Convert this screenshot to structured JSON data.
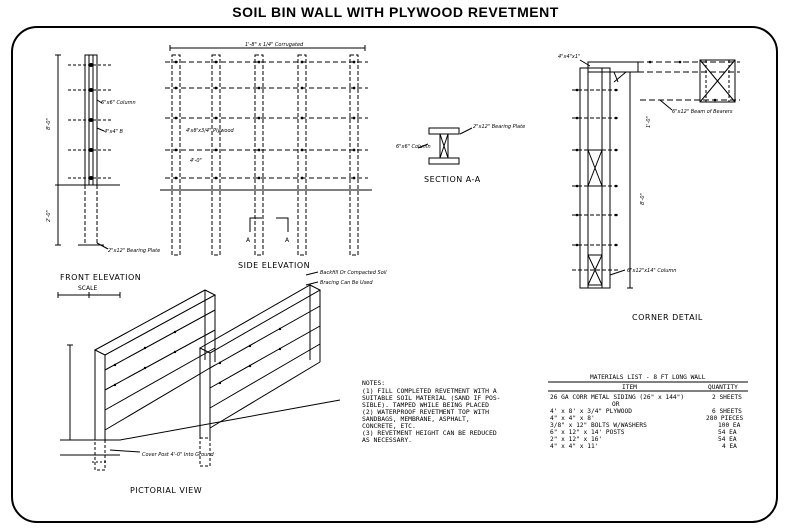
{
  "title": "SOIL BIN WALL WITH PLYWOOD REVETMENT",
  "front_elevation": {
    "caption": "FRONT ELEVATION",
    "scale_label": "SCALE",
    "column_label": "6\"x6\" Column",
    "bolt_label": "4\"x4\" B",
    "bearing_label": "2\"x12\" Bearing Plate",
    "left_height": "2'-0\"",
    "right_height": "8'-0\""
  },
  "side_elevation": {
    "caption": "SIDE ELEVATION",
    "top_dim": "1'-8\" x 1/4\" Corrugated",
    "plywood_label": "4'x8'x3/4\" Plywood",
    "spacing_label": "4'-0\"",
    "section_a": "A",
    "fill_note": "Backfill Or Compacted Soil",
    "drive_note": "Bracing Can Be Used"
  },
  "section_aa": {
    "caption": "SECTION A-A",
    "column_label": "6\"x6\" Column",
    "plate_label": "2\"x12\" Bearing Plate"
  },
  "corner_detail": {
    "caption": "CORNER DETAIL",
    "top_label": "4\"x4\"x1\"",
    "right_label": "6\"x12\" Beam of Bearers",
    "height_label": "8'-0\"",
    "column_label": "6\"x12\"x14\" Column",
    "side_dim": "1'-0\""
  },
  "pictorial": {
    "caption": "PICTORIAL VIEW",
    "note": "Cover Post 4'-0\" Into Ground"
  },
  "notes": {
    "heading": "NOTES:",
    "items": [
      "(1) FILL COMPLETED REVETMENT WITH A",
      "    SUITABLE SOIL MATERIAL (SAND IF POS-",
      "    SIBLE). TAMPED WHILE BEING PLACED",
      "(2) WATERPROOF REVETMENT TOP WITH",
      "    SANDBAGS, MEMBRANE, ASPHALT,",
      "    CONCRETE, ETC.",
      "(3) REVETMENT HEIGHT CAN BE REDUCED",
      "    AS NECESSARY."
    ]
  },
  "materials": {
    "title": "MATERIALS LIST - 8 FT LONG WALL",
    "col_item": "ITEM",
    "col_qty": "QUANTITY",
    "rows": [
      {
        "item": "26 GA CORR METAL SIDING (26\" x 144\")",
        "qty": "2 SHEETS"
      },
      {
        "item": "OR",
        "qty": ""
      },
      {
        "item": "4' x 8' x 3/4\" PLYWOOD",
        "qty": "6 SHEETS"
      },
      {
        "item": "4\" x 4\" x 8'",
        "qty": "280 PIECES"
      },
      {
        "item": "3/8\" x 12\" BOLTS W/WASHERS",
        "qty": "100 EA"
      },
      {
        "item": "6\" x 12\" x 14' POSTS",
        "qty": "54 EA"
      },
      {
        "item": "2\" x 12\" x 16'",
        "qty": "54 EA"
      },
      {
        "item": "4\" x 4\" x 11'",
        "qty": "4 EA"
      }
    ]
  }
}
